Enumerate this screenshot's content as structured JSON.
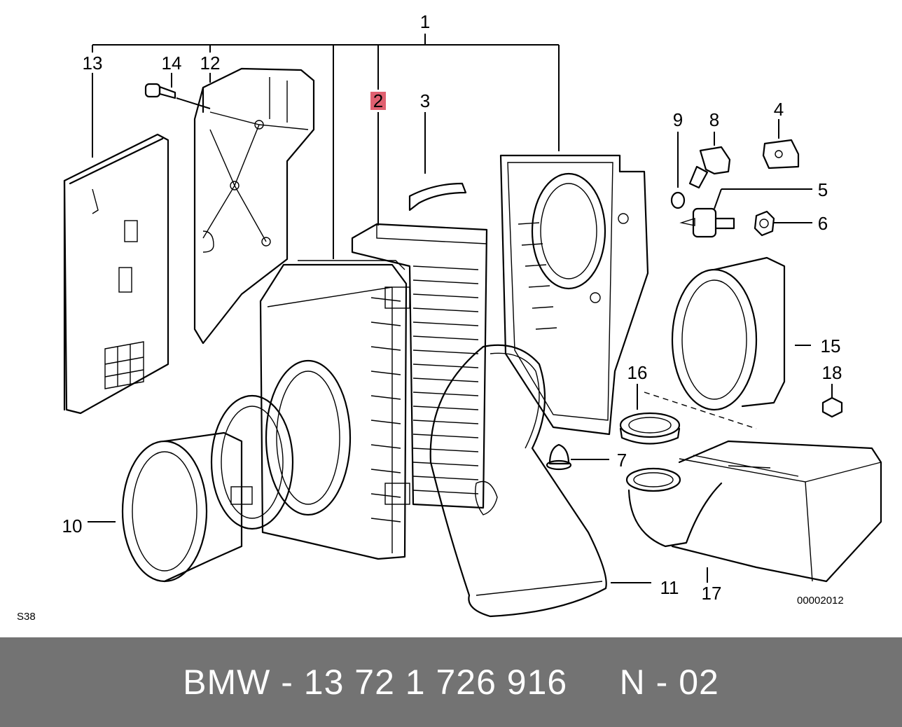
{
  "diagram": {
    "callouts": {
      "c1": "1",
      "c2": "2",
      "c3": "3",
      "c4": "4",
      "c5": "5",
      "c6": "6",
      "c7": "7",
      "c8": "8",
      "c9": "9",
      "c10": "10",
      "c11": "11",
      "c12": "12",
      "c13": "13",
      "c14": "14",
      "c15": "15",
      "c16": "16",
      "c17": "17",
      "c18": "18"
    },
    "highlighted_callout": "2",
    "highlight_color": "#e06070",
    "page_code": "S38",
    "drawing_number": "00002012"
  },
  "footer": {
    "text": "BMW - 13 72 1 726 916     N - 02",
    "background": "#737373",
    "text_color": "#ffffff"
  }
}
